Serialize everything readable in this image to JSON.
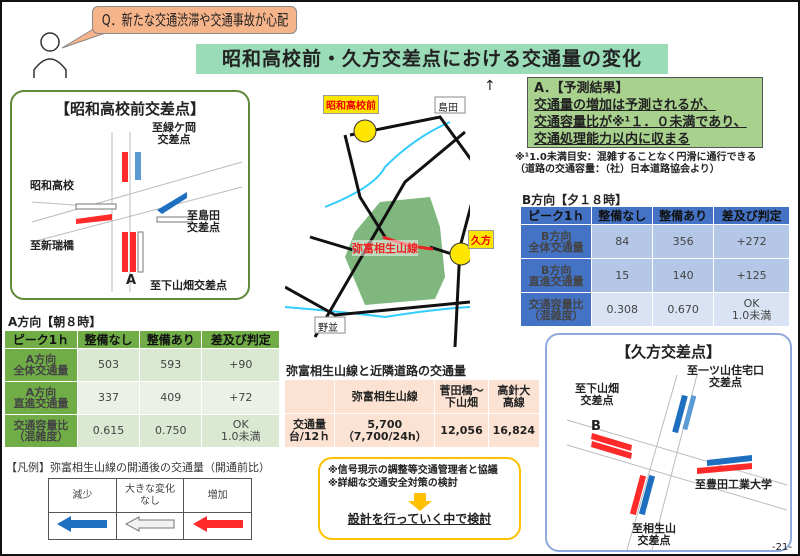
{
  "question": "Q．新たな交通渋滞や交通事故が心配",
  "title": "昭和高校前・久方交差点における交通量の変化",
  "showa": {
    "title": "【昭和高校前交差点】",
    "labels": [
      "至緑ケ岡\n交差点",
      "昭和高校",
      "至島田\n交差点",
      "至新瑞橋",
      "A",
      "至下山畑交差点"
    ]
  },
  "kuikata": {
    "title": "【久方交差点】",
    "labels": [
      "至一ツ山住宅口\n交差点",
      "至下山畑\n交差点",
      "B",
      "至豊田工業大学",
      "至相生山\n交差点"
    ]
  },
  "map": {
    "labels": {
      "showa": "昭和高校前",
      "shimada": "島田",
      "kuikata": "久方",
      "road": "弥富相生山線",
      "nonami": "野並"
    }
  },
  "answer": {
    "head": "A．【予測結果】",
    "lines": [
      "交通量の増加は予測されるが、",
      "交通容量比が※¹１．０未満であり、",
      "交通処理能力以内に収まる"
    ]
  },
  "note": [
    "※¹1.0未満目安：混雑することなく円滑に通行できる",
    "（道路の交通容量：（社）日本道路協会より）"
  ],
  "tableA": {
    "caption": "A方向【朝８時】",
    "headers": [
      "ピーク1ｈ",
      "整備なし",
      "整備あり",
      "差及び判定"
    ],
    "rows": [
      [
        "A方向\n全体交通量",
        "503",
        "593",
        "+90"
      ],
      [
        "A方向\n直進交通量",
        "337",
        "409",
        "+72"
      ],
      [
        "交通容量比\n（混雑度）",
        "0.615",
        "0.750",
        "OK\n1.0未満"
      ]
    ]
  },
  "tableB": {
    "caption": "B方向【夕１８時】",
    "headers": [
      "ピーク1ｈ",
      "整備なし",
      "整備あり",
      "差及び判定"
    ],
    "rows": [
      [
        "B方向\n全体交通量",
        "84",
        "356",
        "+272"
      ],
      [
        "B方向\n直進交通量",
        "15",
        "140",
        "+125"
      ],
      [
        "交通容量比\n（混雑度）",
        "0.308",
        "0.670",
        "OK\n1.0未満"
      ]
    ]
  },
  "nearby": {
    "caption": "弥富相生山線と近隣道路の交通量",
    "headers": [
      "",
      "弥富相生山線",
      "菅田橋～\n下山畑",
      "高針大\n高線"
    ],
    "row": [
      "交通量\n台/12ｈ",
      "5,700\n（7,700/24h）",
      "12,056",
      "16,824"
    ]
  },
  "legend": {
    "caption": "【凡例】弥富相生山線の開通後の交通量（開通前比）",
    "items": [
      {
        "label": "減少",
        "color": "#1f6fc0"
      },
      {
        "label": "大きな変化\nなし",
        "color": "#f2f2f2"
      },
      {
        "label": "増加",
        "color": "#ff2a2a"
      }
    ]
  },
  "actions": {
    "lines": [
      "※信号現示の調整等交通管理者と協議",
      "※詳細な交通安全対策の検討"
    ],
    "result": "設計を行っていく中で検討"
  },
  "page": "-21-"
}
